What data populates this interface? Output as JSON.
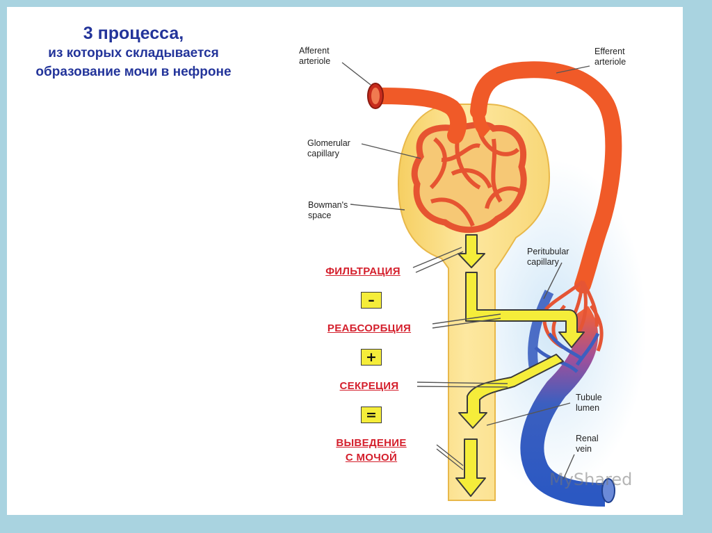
{
  "title": {
    "line1": "3 процесса,",
    "line2": "из которых складывается",
    "line3": "образование мочи в нефроне"
  },
  "labels": {
    "afferent": [
      "Afferent",
      "arteriole"
    ],
    "efferent": [
      "Efferent",
      "arteriole"
    ],
    "glomerular": [
      "Glomerular",
      "capillary"
    ],
    "bowman": [
      "Bowman's",
      "space"
    ],
    "peritubular": [
      "Peritubular",
      "capillary"
    ],
    "tubule": [
      "Tubule",
      "lumen"
    ],
    "renal": [
      "Renal",
      "vein"
    ]
  },
  "processes": {
    "filtration": "ФИЛЬТРАЦИЯ",
    "reabsorption": "РЕАБСОРБЦИЯ",
    "secretion": "СЕКРЕЦИЯ",
    "excretion": [
      "ВЫВЕДЕНИЕ",
      "С МОЧОЙ"
    ]
  },
  "operators": {
    "minus": "–",
    "plus": "+",
    "equals": "="
  },
  "watermark": "MyShared",
  "colors": {
    "title": "#23349a",
    "process": "#d41f2c",
    "arterial": "#f05a28",
    "venous": "#2f5bbd",
    "tubule": "#fbe38a",
    "arrow": "#f5ed3a"
  }
}
